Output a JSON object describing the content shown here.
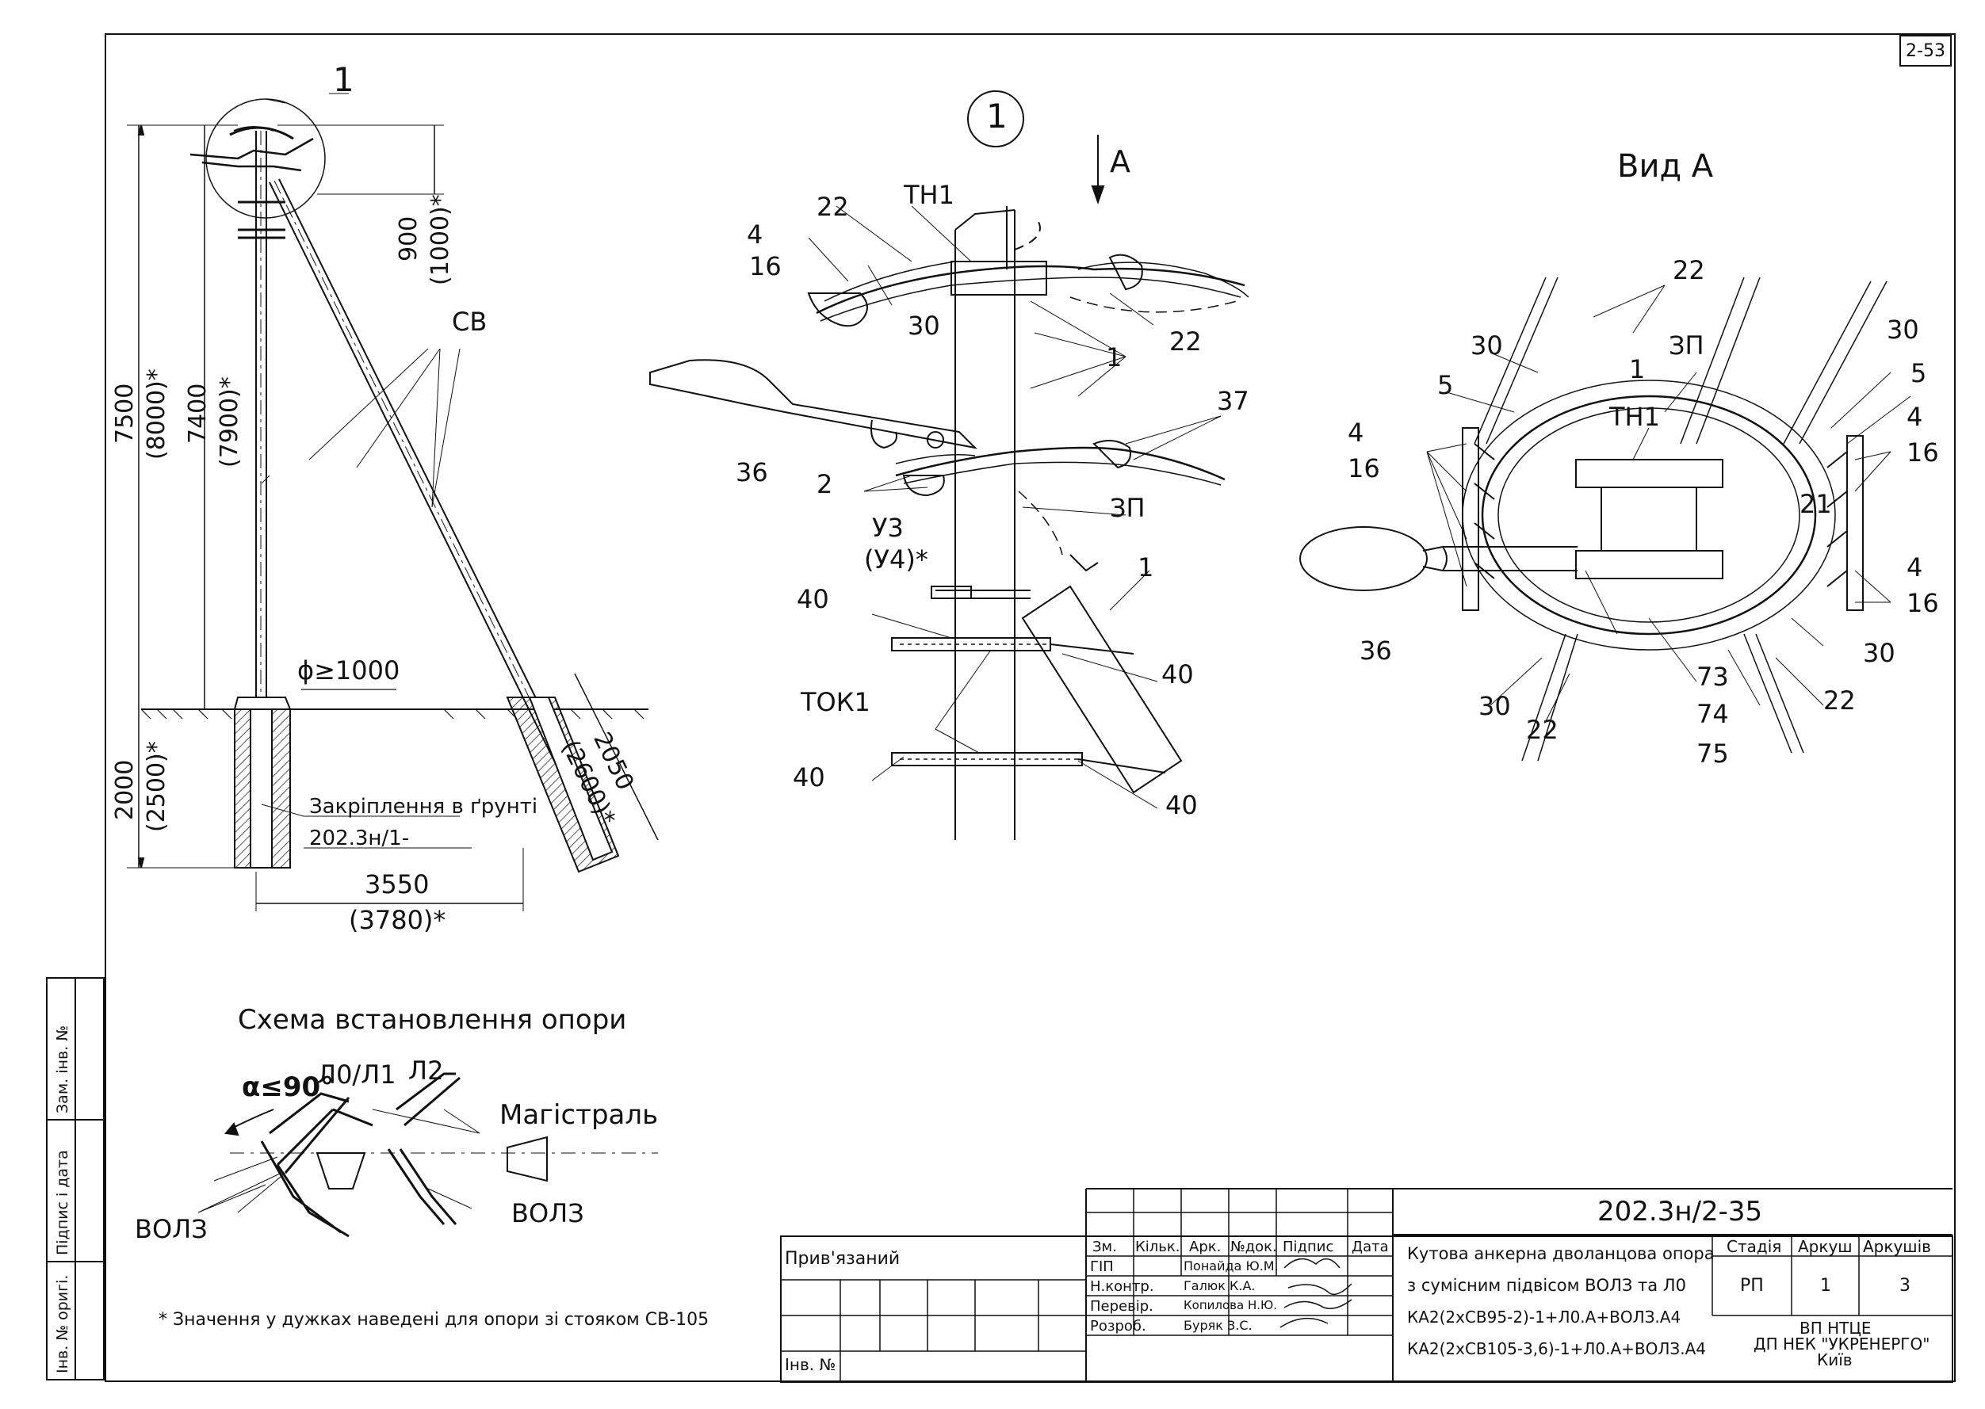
{
  "sheet_number": "2-53",
  "side_strip": {
    "zam_inv": "Зам. інв. №",
    "pidpys_data": "Підпис і дата",
    "inv_orig": "Інв. № оригі."
  },
  "pole_view": {
    "callout": "1",
    "dim_900": "900",
    "dim_1000": "(1000)*",
    "label_sv": "СВ",
    "dim_7500": "7500",
    "dim_8000": "(8000)*",
    "dim_7400": "7400",
    "dim_7900": "(7900)*",
    "diameter": "ϕ≥1000",
    "dim_2000": "2000",
    "dim_2500": "(2500)*",
    "ground_fix": "Закріплення в ґрунті",
    "ground_ref": "202.3н/1-",
    "dim_3550": "3550",
    "dim_3780": "(3780)*",
    "dim_2050": "2050",
    "dim_2600": "(2600)*"
  },
  "detail_view": {
    "circle_label": "1",
    "view_arrow": "А",
    "labels": {
      "th1": "ТН1",
      "n22a": "22",
      "n4": "4",
      "n16": "16",
      "n30": "30",
      "n1a": "1",
      "n22b": "22",
      "n37": "37",
      "n36": "36",
      "n2": "2",
      "zp": "ЗП",
      "u3": "У3",
      "u4": "(У4)*",
      "n1b": "1",
      "n40a": "40",
      "n40b": "40",
      "tok1": "ТОК1",
      "n40c": "40",
      "n40d": "40"
    }
  },
  "view_a": {
    "title": "Вид А",
    "labels": {
      "n22top": "22",
      "n30l": "30",
      "n1": "1",
      "zp": "ЗП",
      "n30r": "30",
      "n5l": "5",
      "n5r": "5",
      "th1": "ТН1",
      "n4l": "4",
      "n16l": "16",
      "n4r": "4",
      "n16r": "16",
      "n21": "21",
      "n4r2": "4",
      "n16r2": "16",
      "n36": "36",
      "n30bl": "30",
      "n22bl": "22",
      "n73": "73",
      "n74": "74",
      "n75": "75",
      "n22br": "22",
      "n30br": "30"
    }
  },
  "scheme": {
    "title": "Схема встановлення опори",
    "alpha": "α≤90°",
    "l0l1": "Л0/Л1",
    "l2": "Л2",
    "mag": "Магістраль",
    "vol3_left": "ВОЛЗ",
    "vol3_right": "ВОЛЗ"
  },
  "footnote": "* Значення у дужках наведені для опори зі стояком СВ-105",
  "title_block": {
    "doc_code": "202.3н/2-35",
    "privyazanyi": "Прив'язаний",
    "inv_no": "Інв. №",
    "header": [
      "Зм.",
      "Кільк.",
      "Арк.",
      "№док.",
      "Підпис",
      "Дата"
    ],
    "roles": [
      "ГІП",
      "Н.контр.",
      "Перевір.",
      "Розроб."
    ],
    "names": [
      "Понайда Ю.М.",
      "Галюк К.А.",
      "Копилова Н.Ю.",
      "Буряк З.С."
    ],
    "description": [
      "Кутова анкерна дволанцова опора",
      "з сумісним підвісом ВОЛЗ та Л0",
      "КА2(2хСВ95-2)-1+Л0.А+ВОЛЗ.А4",
      "КА2(2хСВ105-3,6)-1+Л0.А+ВОЛЗ.А4"
    ],
    "stage_label": "Стадія",
    "sheet_label": "Аркуш",
    "sheets_label": "Аркушів",
    "stage": "РП",
    "sheet": "1",
    "sheets": "3",
    "org": [
      "ВП НТЦЕ",
      "ДП НЕК \"УКРЕНЕРГО\"",
      "Київ"
    ]
  }
}
